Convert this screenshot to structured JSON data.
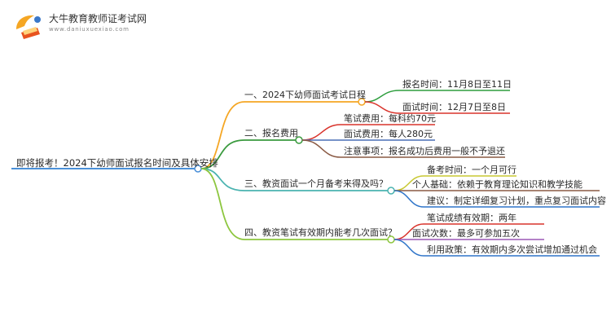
{
  "header": {
    "brand_title": "大牛教育教师证考试网",
    "brand_url": "www.daniuxuexiao.com"
  },
  "mindmap": {
    "root": "即将报考！2024下幼师面试报名时间及具体安排",
    "branches": [
      {
        "label": "一、2024下幼师面试考试日程",
        "color": "#f5a623",
        "children": [
          {
            "label": "报名时间：11月8日至11日",
            "color": "#2e9e3e"
          },
          {
            "label": "面试时间：12月7日至8日",
            "color": "#d9332b"
          }
        ]
      },
      {
        "label": "二、报名费用",
        "color": "#3a9a3e",
        "children": [
          {
            "label": "笔试费用：每科约70元",
            "color": "#d9332b"
          },
          {
            "label": "面试费用：每人280元",
            "color": "#4a6fb5"
          },
          {
            "label": "注意事项：报名成功后费用一般不予退还",
            "color": "#8a5a44"
          }
        ]
      },
      {
        "label": "三、教资面试一个月备考来得及吗？",
        "color": "#4ab3b0",
        "children": [
          {
            "label": "备考时间：一个月可行",
            "color": "#c8c832"
          },
          {
            "label": "个人基础：依赖于教育理论知识和教学技能",
            "color": "#8a5a44"
          },
          {
            "label": "建议：制定详细复习计划，重点复习面试内容",
            "color": "#2e74c9"
          }
        ]
      },
      {
        "label": "四、教资笔试有效期内能考几次面试？",
        "color": "#8dc63f",
        "children": [
          {
            "label": "笔试成绩有效期：两年",
            "color": "#d9332b"
          },
          {
            "label": "面试次数：最多可参加五次",
            "color": "#9b59b6"
          },
          {
            "label": "利用政策：有效期内多次尝试增加通过机会",
            "color": "#2e74c9"
          }
        ]
      }
    ]
  }
}
